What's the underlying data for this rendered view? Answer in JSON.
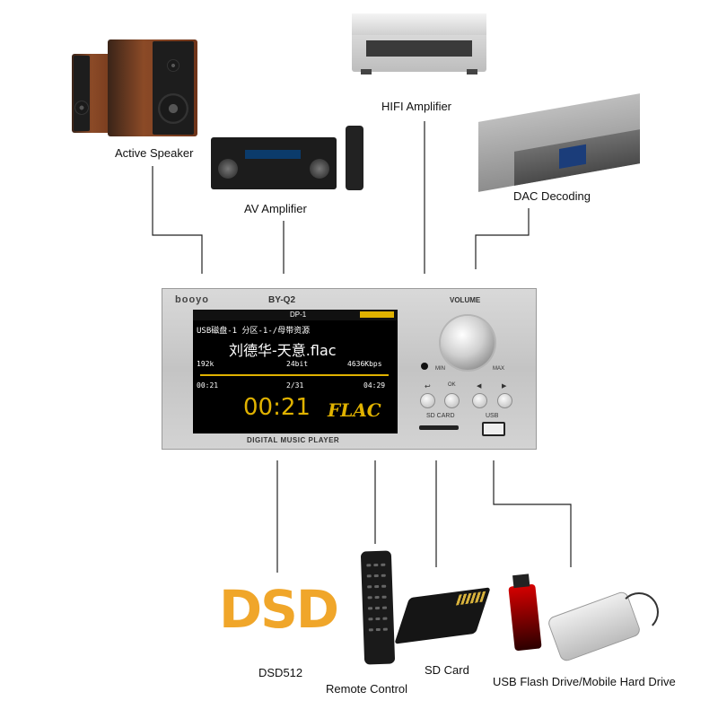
{
  "labels": {
    "active_speaker": "Active Speaker",
    "av_amplifier": "AV Amplifier",
    "hifi_amplifier": "HIFI Amplifier",
    "dac_decoding": "DAC Decoding",
    "dsd512": "DSD512",
    "remote_control": "Remote Control",
    "sd_card": "SD Card",
    "usb_drive": "USB Flash Drive/Mobile Hard Drive"
  },
  "device": {
    "brand": "booyo",
    "model": "BY-Q2",
    "volume_label": "VOLUME",
    "min_label": "MIN",
    "max_label": "MAX",
    "sd_card_label": "SD CARD",
    "usb_label": "USB",
    "ok_label": "OK",
    "footer": "DIGITAL MUSIC PLAYER"
  },
  "screen": {
    "status": "DP-1",
    "path": "USB磁盘-1 分区-1-/母带资源",
    "track": "刘德华-天意.flac",
    "sample_rate": "192k",
    "bit_depth": "24bit",
    "bitrate": "4636Kbps",
    "elapsed_small": "00:21",
    "index": "2/31",
    "total": "04:29",
    "elapsed_big": "00:21",
    "format": "FLAC"
  },
  "dsd_logo": "DSD",
  "colors": {
    "dsd": "#f0a62a",
    "screen_accent": "#e0b200",
    "track_text": "#ffffff"
  }
}
